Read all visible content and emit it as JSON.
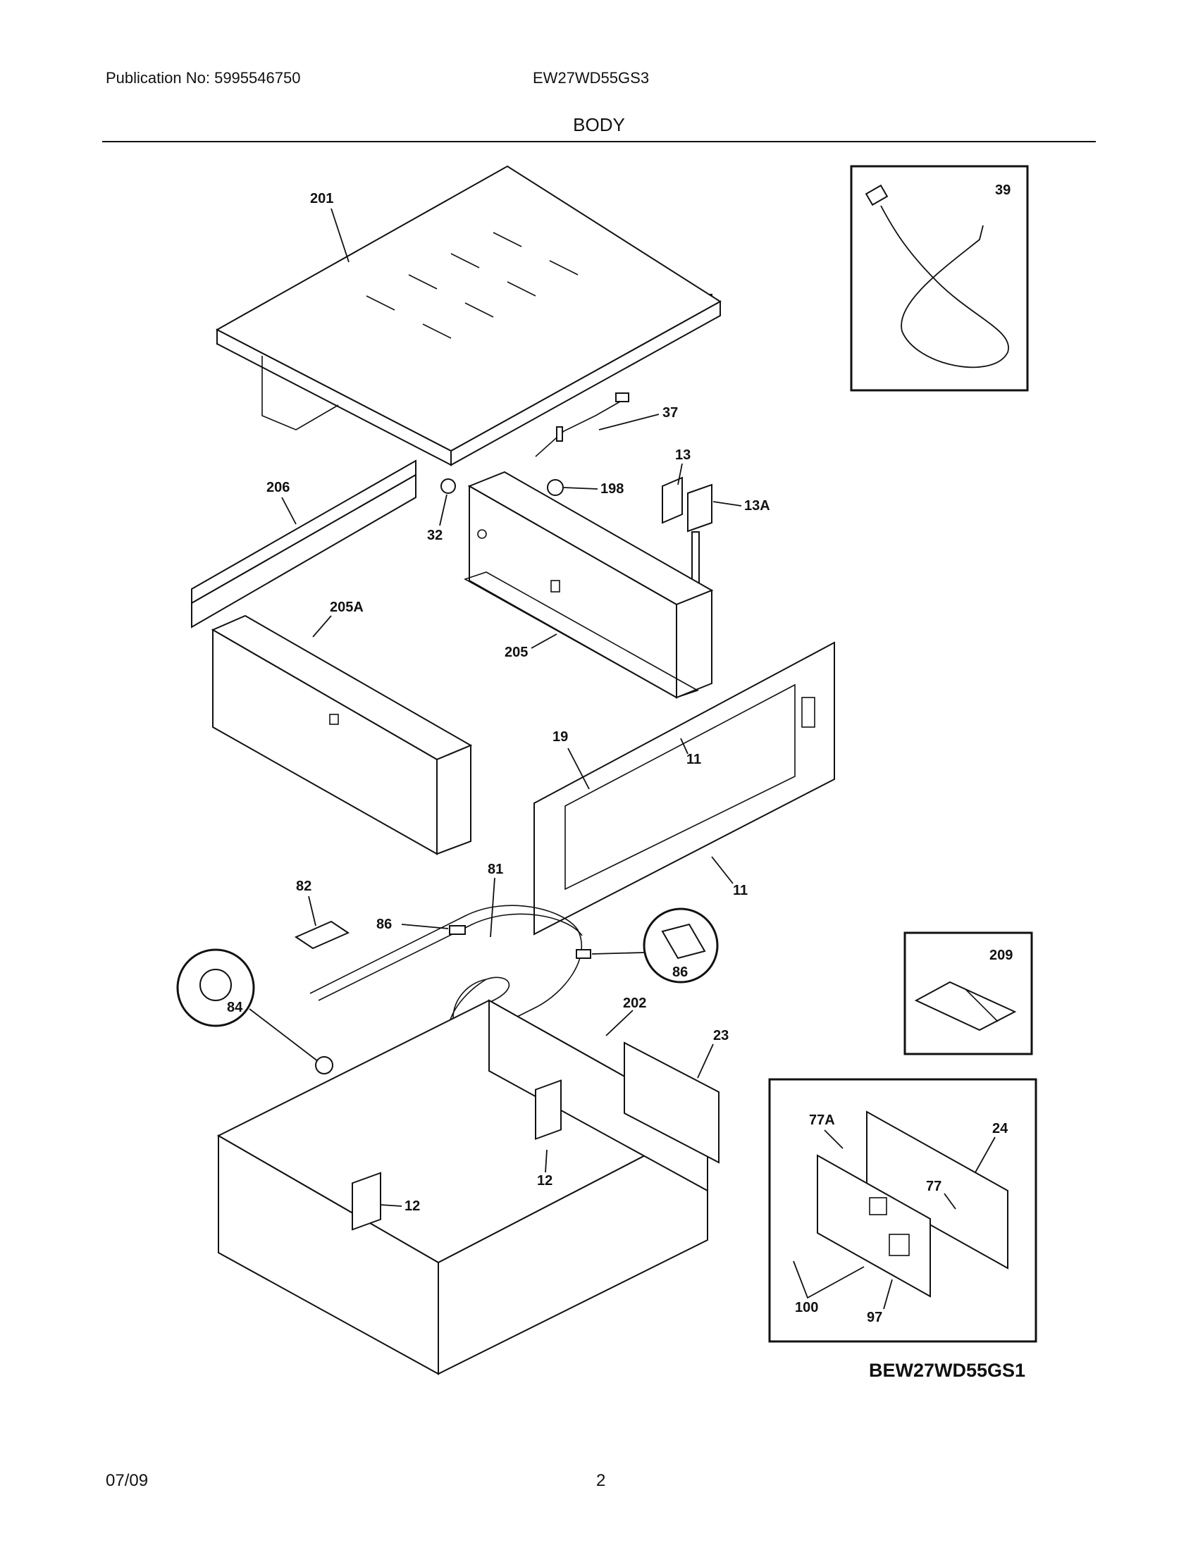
{
  "header": {
    "publication": "Publication No: 5995546750",
    "model": "EW27WD55GS3",
    "section_title": "BODY"
  },
  "footer": {
    "date": "07/09",
    "page": "2"
  },
  "diagram_code": "BEW27WD55GS1",
  "callouts": {
    "c201": "201",
    "c39": "39",
    "c37": "37",
    "c13": "13",
    "c13A": "13A",
    "c206": "206",
    "c198": "198",
    "c32": "32",
    "c205A": "205A",
    "c205": "205",
    "c19": "19",
    "c11a": "11",
    "c11b": "11",
    "c82": "82",
    "c81": "81",
    "c86a": "86",
    "c86b": "86",
    "c86c": "86",
    "c84": "84",
    "c209": "209",
    "c202": "202",
    "c23": "23",
    "c12a": "12",
    "c12b": "12",
    "c77A": "77A",
    "c24": "24",
    "c77": "77",
    "c100": "100",
    "c97": "97"
  }
}
